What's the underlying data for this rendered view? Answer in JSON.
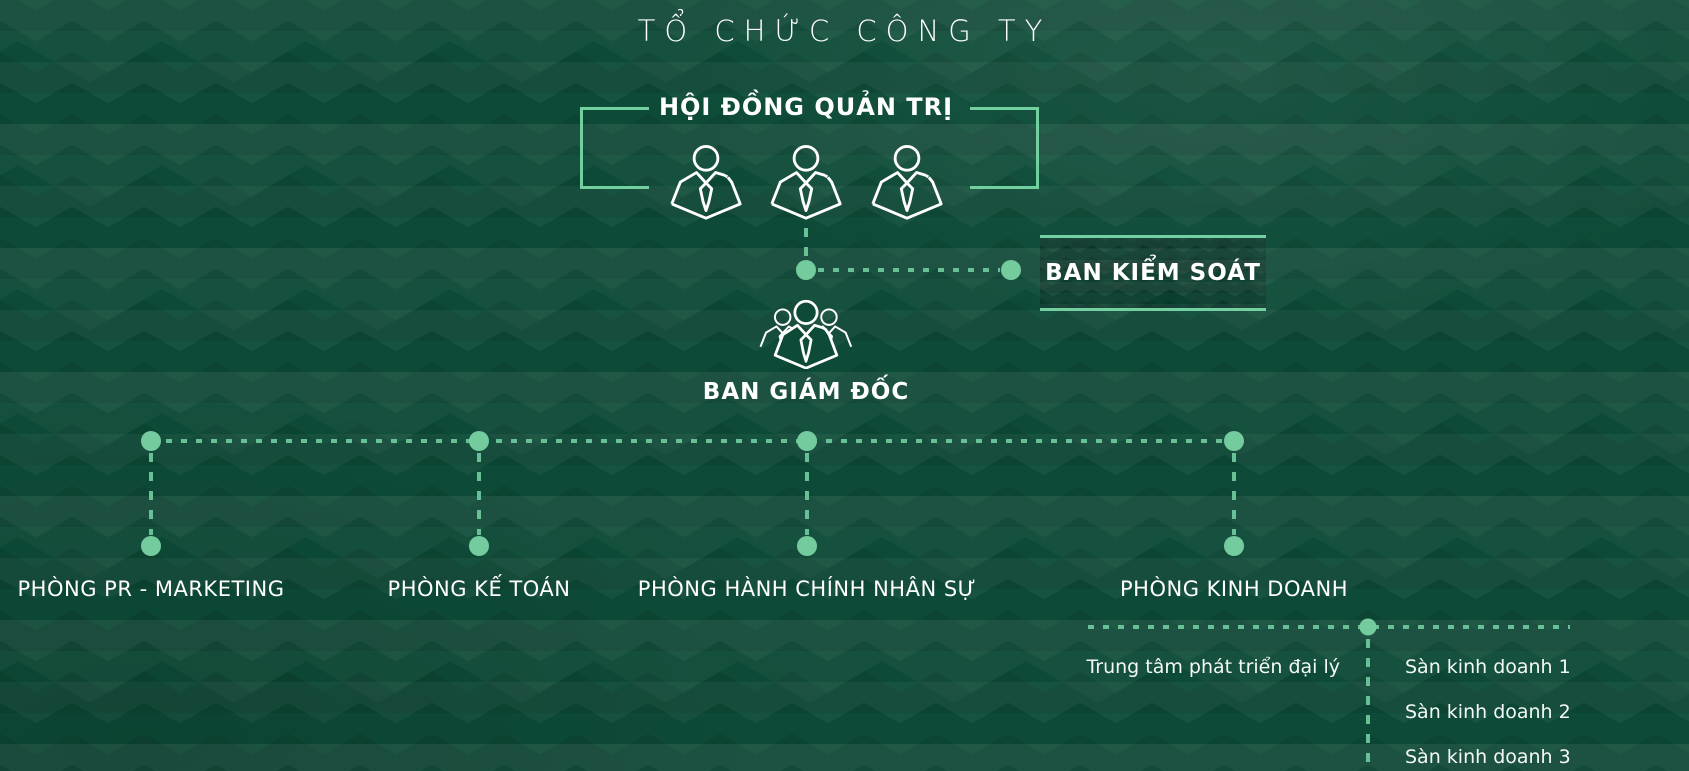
{
  "title": "TỔ CHỨC CÔNG TY",
  "colors": {
    "background": "#0d4b38",
    "accent_dot": "#74cb9e",
    "accent_dash": "#67c096",
    "accent_border": "#72cfa0",
    "text": "#ffffff"
  },
  "board": {
    "label": "HỘI ĐỒNG QUẢN TRỊ",
    "member_icons": [
      "person-icon",
      "person-icon",
      "person-icon"
    ]
  },
  "supervisory_board": {
    "label": "BAN KIỂM SOÁT"
  },
  "management": {
    "label": "BAN GIÁM ĐỐC",
    "icon": "team-icon"
  },
  "departments": [
    {
      "label": "PHÒNG PR - MARKETING"
    },
    {
      "label": "PHÒNG KẾ TOÁN"
    },
    {
      "label": "PHÒNG HÀNH CHÍNH NHÂN SỰ"
    },
    {
      "label": "PHÒNG KINH DOANH"
    }
  ],
  "sales_units": {
    "left": [
      "Trung tâm phát triển đại lý"
    ],
    "right": [
      "Sàn kinh doanh 1",
      "Sàn kinh doanh 2",
      "Sàn kinh doanh 3"
    ]
  }
}
